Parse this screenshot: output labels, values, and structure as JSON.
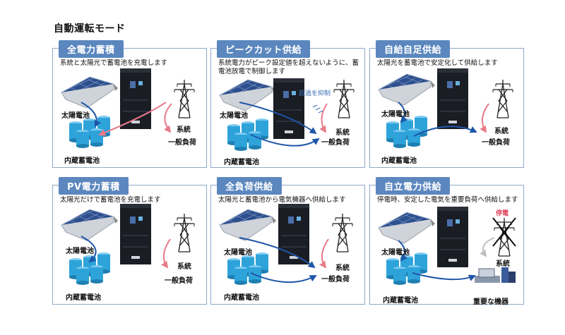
{
  "page_title": "自動運転モード",
  "labels": {
    "solar": "太陽電池",
    "battery": "内蔵蓄電池",
    "grid": "系統",
    "load": "一般負荷"
  },
  "panels": [
    {
      "title": "全電力蓄積",
      "desc": "系統と太陽光で蓄電池を充電します"
    },
    {
      "title": "ピークカット供給",
      "desc": "系統電力がピーク設定値を超えないように、蓄電池放電で制御します",
      "note": "超過を抑制"
    },
    {
      "title": "自給自足供給",
      "desc": "太陽光を蓄電池で安定化して供給します"
    },
    {
      "title": "PV電力蓄積",
      "desc": "太陽光だけで蓄電池を充電します"
    },
    {
      "title": "全負荷供給",
      "desc": "太陽光と蓄電池から電気機器へ供給します"
    },
    {
      "title": "自立電力供給",
      "desc": "停電時、安定した電気を重要負荷へ供給します",
      "outage": "停電",
      "important_load": "重要な機器"
    }
  ],
  "colors": {
    "panel_header": "#5b87be",
    "panel_border": "#8ea9c8",
    "arrow_blue": "#1f56a8",
    "arrow_red": "#e87b8a",
    "battery": "#2ea3da",
    "cabinet": "#1a1d24"
  }
}
